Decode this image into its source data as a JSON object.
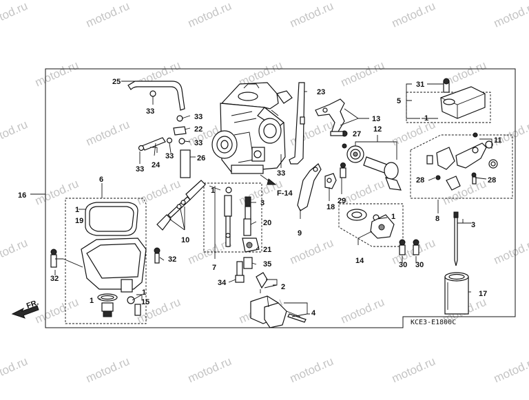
{
  "watermark": "motod.ru",
  "diagram_code": "KCE3-E1800C",
  "direction_label": "FR.",
  "reference_label": "F-14",
  "callouts": [
    "1",
    "2",
    "3",
    "4",
    "5",
    "6",
    "7",
    "8",
    "9",
    "10",
    "11",
    "12",
    "13",
    "14",
    "15",
    "16",
    "17",
    "18",
    "19",
    "20",
    "21",
    "22",
    "23",
    "24",
    "25",
    "26",
    "27",
    "28",
    "29",
    "30",
    "31",
    "32",
    "33",
    "34",
    "35"
  ]
}
